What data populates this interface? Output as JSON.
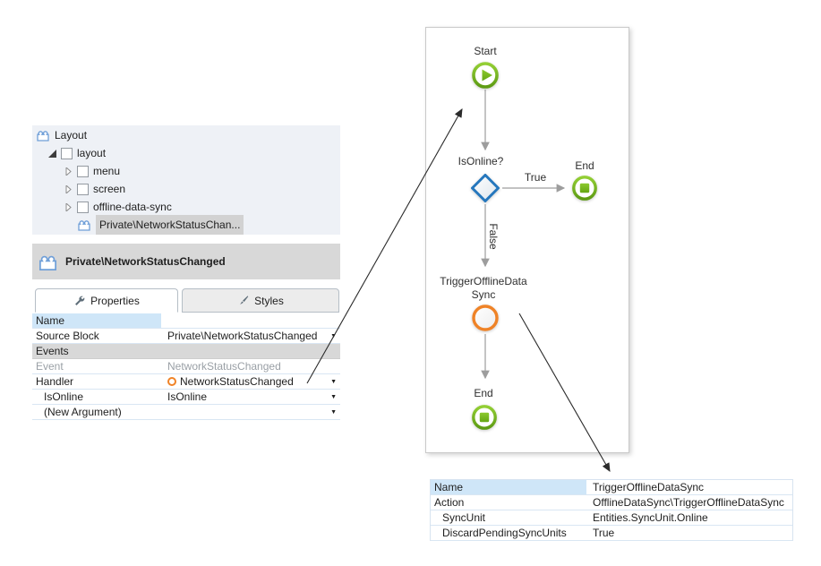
{
  "tree": {
    "items": [
      {
        "label": "Layout"
      },
      {
        "label": "layout"
      },
      {
        "label": "menu"
      },
      {
        "label": "screen"
      },
      {
        "label": "offline-data-sync"
      },
      {
        "label": "Private\\NetworkStatusChan..."
      }
    ]
  },
  "props": {
    "title": "Private\\NetworkStatusChanged",
    "tabs": [
      {
        "label": "Properties",
        "active": true
      },
      {
        "label": "Styles",
        "active": false
      }
    ],
    "rows": [
      {
        "label": "Name",
        "value": ""
      },
      {
        "label": "Source Block",
        "value": "Private\\NetworkStatusChanged"
      },
      {
        "label": "Events"
      },
      {
        "label": "Event",
        "value": "NetworkStatusChanged"
      },
      {
        "label": "Handler",
        "value": "NetworkStatusChanged"
      },
      {
        "label": "IsOnline",
        "value": "IsOnline"
      },
      {
        "label": "(New Argument)",
        "value": ""
      }
    ]
  },
  "flow": {
    "nodes": {
      "start": {
        "label": "Start"
      },
      "decision": {
        "label": "IsOnline?"
      },
      "end_true": {
        "label": "End"
      },
      "trigger": {
        "label_line1": "TriggerOfflineData",
        "label_line2": "Sync"
      },
      "end_bottom": {
        "label": "End"
      }
    },
    "edges": {
      "true_label": "True",
      "false_label": "False"
    }
  },
  "action": {
    "rows": [
      {
        "label": "Name",
        "value": "TriggerOfflineDataSync"
      },
      {
        "label": "Action",
        "value": "OfflineDataSync\\TriggerOfflineDataSync"
      },
      {
        "label": "SyncUnit",
        "value": "Entities.SyncUnit.Online"
      },
      {
        "label": "DiscardPendingSyncUnits",
        "value": "True"
      }
    ]
  },
  "colors": {
    "green": "#74b71b",
    "blue": "#2577bd",
    "orange": "#ef8327",
    "connector_gray": "#a0a0a0",
    "selection_blue": "#cfe6f8"
  }
}
